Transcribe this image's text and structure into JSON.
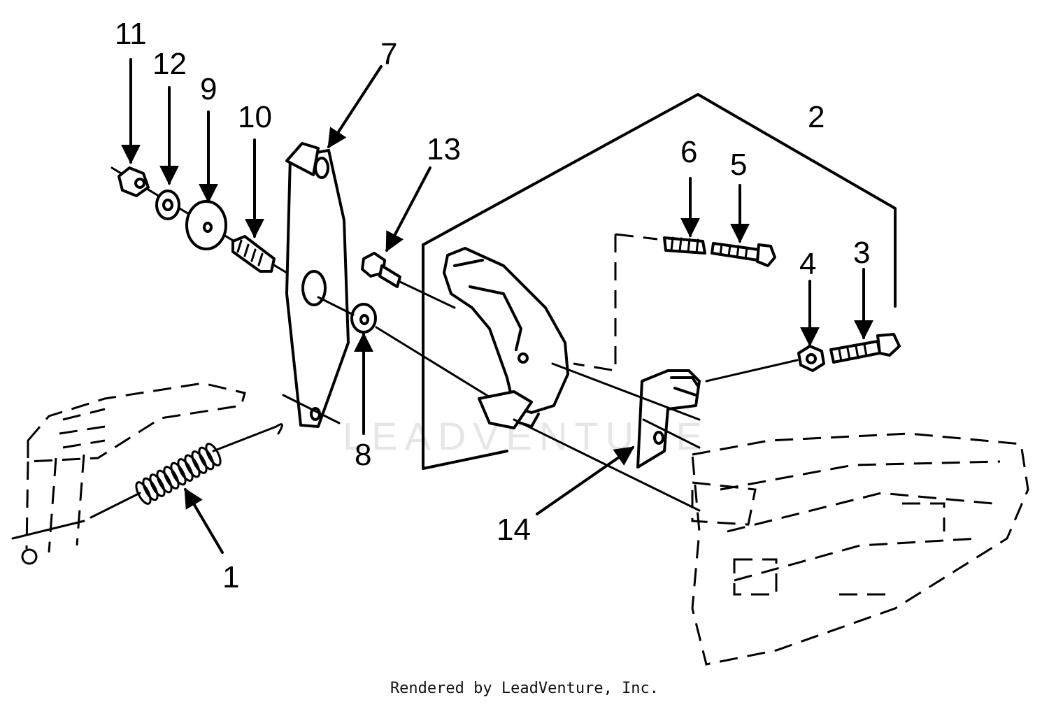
{
  "diagram": {
    "watermark": "LEADVENTURE",
    "credit": "Rendered by LeadVenture, Inc.",
    "callouts": [
      "1",
      "2",
      "3",
      "4",
      "5",
      "6",
      "7",
      "8",
      "9",
      "10",
      "11",
      "12",
      "13",
      "14"
    ]
  },
  "colors": {
    "ink": "#000000",
    "background": "#ffffff",
    "watermark": "#e6e6e6"
  }
}
